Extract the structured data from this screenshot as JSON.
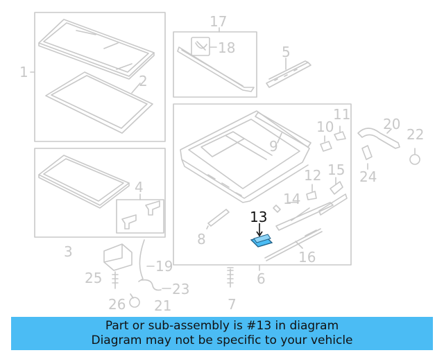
{
  "callouts": {
    "c1": "1",
    "c2": "2",
    "c3": "3",
    "c4": "4",
    "c5": "5",
    "c6": "6",
    "c7": "7",
    "c8": "8",
    "c9": "9",
    "c10": "10",
    "c11": "11",
    "c12": "12",
    "c13": "13",
    "c14": "14",
    "c15": "15",
    "c16": "16",
    "c17": "17",
    "c18": "18",
    "c19": "19",
    "c20": "20",
    "c21": "21",
    "c22": "22",
    "c23": "23",
    "c24": "24",
    "c25": "25",
    "c26": "26"
  },
  "highlighted_part": "13",
  "colors": {
    "line": "#c8c8c8",
    "highlight_fill": "#4bbcf4",
    "highlight_text": "#111111",
    "banner_bg": "#4bbcf4"
  },
  "banner": {
    "line1": "Part or sub-assembly is #13 in diagram",
    "line2": "Diagram may not be specific to your vehicle"
  }
}
